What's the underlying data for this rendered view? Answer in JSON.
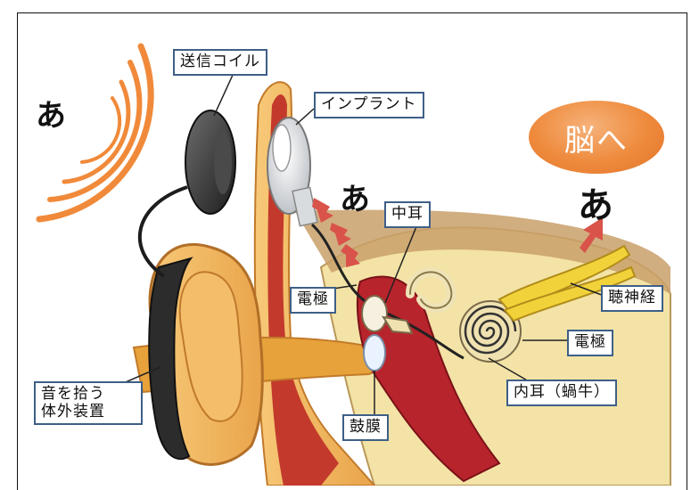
{
  "labels": {
    "transmit_coil": "送信コイル",
    "implant": "インプラント",
    "middle_ear": "中耳",
    "electrode_left": "電極",
    "electrode_right": "電極",
    "auditory_nerve": "聴神経",
    "inner_ear": "内耳（蝸牛）",
    "eardrum": "鼓膜",
    "external_device_line1": "音を拾う",
    "external_device_line2": "体外装置"
  },
  "sound": {
    "incoming": "あ",
    "middle": "あ",
    "to_brain": "あ"
  },
  "bubble": "脳へ",
  "colors": {
    "sound_waves": "#f08a3a",
    "label_border": "#3e5f87",
    "arrow_red": "#d9534a",
    "skin": "#f3b860",
    "ear_canal": "#e8a53a",
    "tissue_red": "#b8242c",
    "bone_cream": "#f3e3a6",
    "nerve_yellow": "#f2d23a"
  }
}
